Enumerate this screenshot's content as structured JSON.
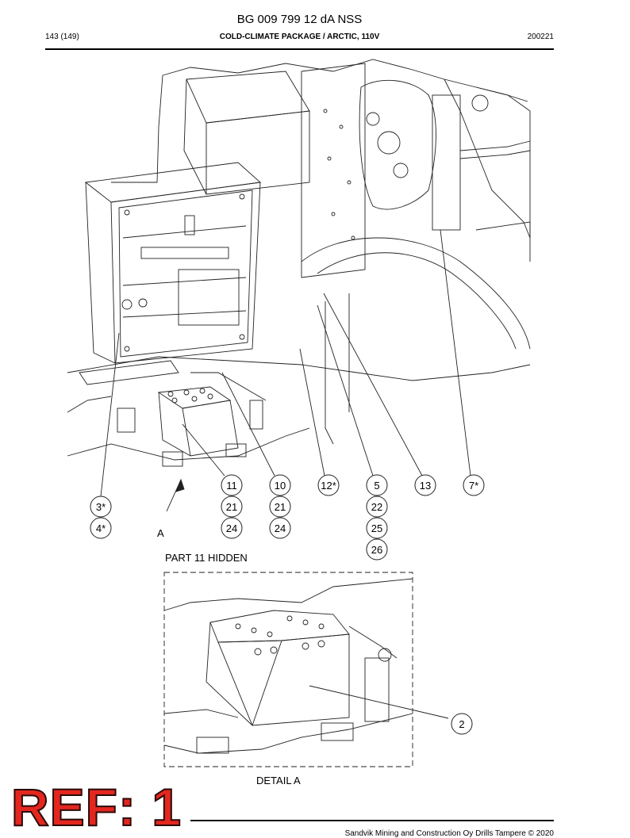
{
  "header": {
    "doc_number": "BG 009 799 12 dA NSS",
    "page": "143 (149)",
    "title": "COLD-CLIMATE PACKAGE / ARCTIC, 110V",
    "date": "200221"
  },
  "callouts": {
    "c3": "3*",
    "c4": "4*",
    "c11": "11",
    "c21a": "21",
    "c24a": "24",
    "c10": "10",
    "c21b": "21",
    "c24b": "24",
    "c12": "12*",
    "c5": "5",
    "c22": "22",
    "c25": "25",
    "c26": "26",
    "c13": "13",
    "c7": "7*",
    "c2": "2"
  },
  "labels": {
    "view_a": "A",
    "part_hidden": "PART 11 HIDDEN",
    "detail": "DETAIL  A"
  },
  "stamp": {
    "text": "REF: 1"
  },
  "footer": {
    "text": "Sandvik Mining and Construction Oy Drills Tampere © 2020"
  }
}
